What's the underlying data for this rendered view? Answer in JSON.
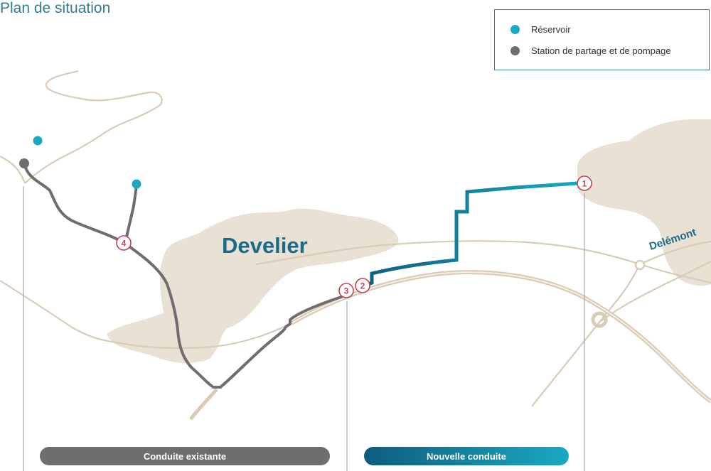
{
  "title": "Plan de situation",
  "legend": {
    "items": [
      {
        "label": "Réservoir",
        "color": "#1aa9c1"
      },
      {
        "label": "Station de partage et de pompage",
        "color": "#6f6d6d"
      }
    ]
  },
  "places": {
    "develier": "Develier",
    "delemont": "Delémont"
  },
  "markers": [
    "1",
    "2",
    "3",
    "4"
  ],
  "sections": {
    "existing": "Conduite existante",
    "new": "Nouvelle conduite"
  },
  "colors": {
    "existing_pipe": "#6f6d6d",
    "new_pipe_start": "#0e5d7d",
    "new_pipe_end": "#1aa9c1",
    "terrain": "#e8e0d2",
    "road": "#d9ccb6",
    "marker": "#c7424f"
  }
}
